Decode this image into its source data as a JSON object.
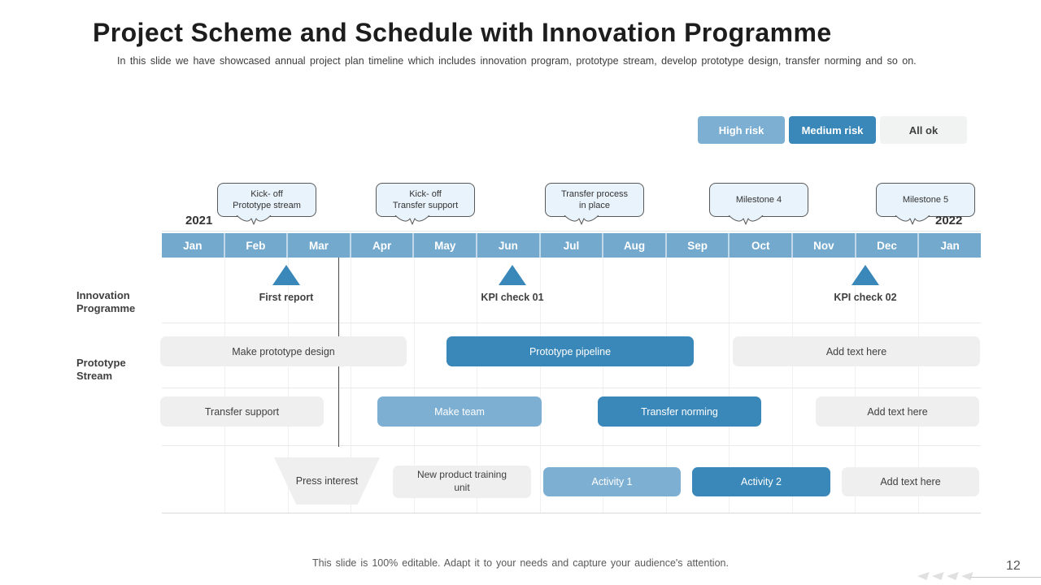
{
  "slide": {
    "title": "Project Scheme and Schedule with Innovation Programme",
    "subtitle": "In this slide we have showcased annual project plan timeline which includes innovation program, prototype stream, develop prototype design, transfer norming and so on.",
    "footer": "This slide is 100% editable. Adapt it to your needs and capture your audience's attention.",
    "page_number": "12"
  },
  "legend": {
    "items": [
      {
        "label": "High risk",
        "color": "#7dafd3"
      },
      {
        "label": "Medium risk",
        "color": "#3a87b9"
      },
      {
        "label": "All ok",
        "color": "#f1f2f2"
      }
    ]
  },
  "colors": {
    "header_blue": "#74a9ce",
    "high_risk_blue": "#7dafd3",
    "medium_risk_blue": "#3a87b9",
    "all_ok_gray": "#efefef",
    "callout_fill": "#e9f3fb",
    "text_dark": "#3f3f3f"
  },
  "timeline": {
    "year_start": "2021",
    "year_end": "2022",
    "months": [
      "Jan",
      "Feb",
      "Mar",
      "Apr",
      "May",
      "Jun",
      "Jul",
      "Aug",
      "Sep",
      "Oct",
      "Nov",
      "Dec",
      "Jan"
    ],
    "callouts": [
      {
        "label": "Kick- off\nPrototype stream"
      },
      {
        "label": "Kick- off\nTransfer support"
      },
      {
        "label": "Transfer process\nin place"
      },
      {
        "label": "Milestone 4"
      },
      {
        "label": "Milestone 5"
      }
    ],
    "row_labels": [
      "Innovation\nProgramme",
      "Prototype\nStream"
    ],
    "milestones": [
      {
        "label": "First report"
      },
      {
        "label": "KPI check 01"
      },
      {
        "label": "KPI check 02"
      }
    ],
    "bars": {
      "row2": [
        {
          "label": "Make prototype design",
          "status": "All ok"
        },
        {
          "label": "Prototype pipeline",
          "status": "Medium risk"
        },
        {
          "label": "Add text here",
          "status": "All ok"
        }
      ],
      "row3": [
        {
          "label": "Transfer support",
          "status": "All ok"
        },
        {
          "label": "Make team",
          "status": "High risk"
        },
        {
          "label": "Transfer norming",
          "status": "Medium risk"
        },
        {
          "label": "Add text here",
          "status": "All ok"
        }
      ],
      "row4": [
        {
          "label": "Press interest",
          "status": "All ok"
        },
        {
          "label": "New product training\nunit",
          "status": "All ok"
        },
        {
          "label": "Activity 1",
          "status": "High risk"
        },
        {
          "label": "Activity 2",
          "status": "Medium risk"
        },
        {
          "label": "Add text here",
          "status": "All ok"
        }
      ]
    }
  },
  "chart_data": {
    "type": "bar",
    "subtype": "gantt-timeline",
    "title": "Project Scheme and Schedule with Innovation Programme",
    "x": [
      "Jan 2021",
      "Feb 2021",
      "Mar 2021",
      "Apr 2021",
      "May 2021",
      "Jun 2021",
      "Jul 2021",
      "Aug 2021",
      "Sep 2021",
      "Oct 2021",
      "Nov 2021",
      "Dec 2021",
      "Jan 2022"
    ],
    "legend": [
      "High risk",
      "Medium risk",
      "All ok"
    ],
    "legend_position": "top-right",
    "milestones": [
      {
        "row": "Innovation Programme",
        "label": "First report",
        "month": "Feb/Mar 2021"
      },
      {
        "row": "Innovation Programme",
        "label": "KPI check 01",
        "month": "Jun 2021"
      },
      {
        "row": "Innovation Programme",
        "label": "KPI check 02",
        "month": "Dec 2021"
      }
    ],
    "bars": [
      {
        "row": "Prototype Stream",
        "label": "Make prototype design",
        "start": "Jan 2021",
        "end": "mid Apr 2021",
        "status": "All ok"
      },
      {
        "row": "Prototype Stream",
        "label": "Prototype pipeline",
        "start": "mid May 2021",
        "end": "mid Sep 2021",
        "status": "Medium risk"
      },
      {
        "row": "Prototype Stream",
        "label": "Add text here",
        "start": "Oct 2021",
        "end": "Jan 2022",
        "status": "All ok"
      },
      {
        "row": "Row 3",
        "label": "Transfer support",
        "start": "Jan 2021",
        "end": "early Mar 2021",
        "status": "All ok"
      },
      {
        "row": "Row 3",
        "label": "Make team",
        "start": "mid Apr 2021",
        "end": "early Jun 2021",
        "status": "High risk"
      },
      {
        "row": "Row 3",
        "label": "Transfer norming",
        "start": "Jul 2021",
        "end": "mid Sep 2021",
        "status": "Medium risk"
      },
      {
        "row": "Row 3",
        "label": "Add text here",
        "start": "mid Oct 2021",
        "end": "Dec 2021",
        "status": "All ok"
      },
      {
        "row": "Row 4",
        "label": "Press interest",
        "start": "Feb 2021",
        "end": "mid Mar 2021",
        "status": "All ok",
        "shape": "trapezoid"
      },
      {
        "row": "Row 4",
        "label": "New product training unit",
        "start": "mid Apr 2021",
        "end": "mid May 2021",
        "status": "All ok"
      },
      {
        "row": "Row 4",
        "label": "Activity 1",
        "start": "Jun 2021",
        "end": "mid Aug 2021",
        "status": "High risk"
      },
      {
        "row": "Row 4",
        "label": "Activity 2",
        "start": "mid Aug 2021",
        "end": "mid Oct 2021",
        "status": "Medium risk"
      },
      {
        "row": "Row 4",
        "label": "Add text here",
        "start": "Nov 2021",
        "end": "Dec 2021",
        "status": "All ok"
      }
    ],
    "events": [
      {
        "label": "Kick- off Prototype stream",
        "month": "Feb 2021"
      },
      {
        "label": "Kick- off Transfer support",
        "month": "Apr/May 2021"
      },
      {
        "label": "Transfer process in place",
        "month": "Jul 2021"
      },
      {
        "label": "Milestone 4",
        "month": "Oct 2021"
      },
      {
        "label": "Milestone 5",
        "month": "Dec 2021"
      }
    ],
    "marker_line": "mid Mar 2021",
    "grid": true
  }
}
